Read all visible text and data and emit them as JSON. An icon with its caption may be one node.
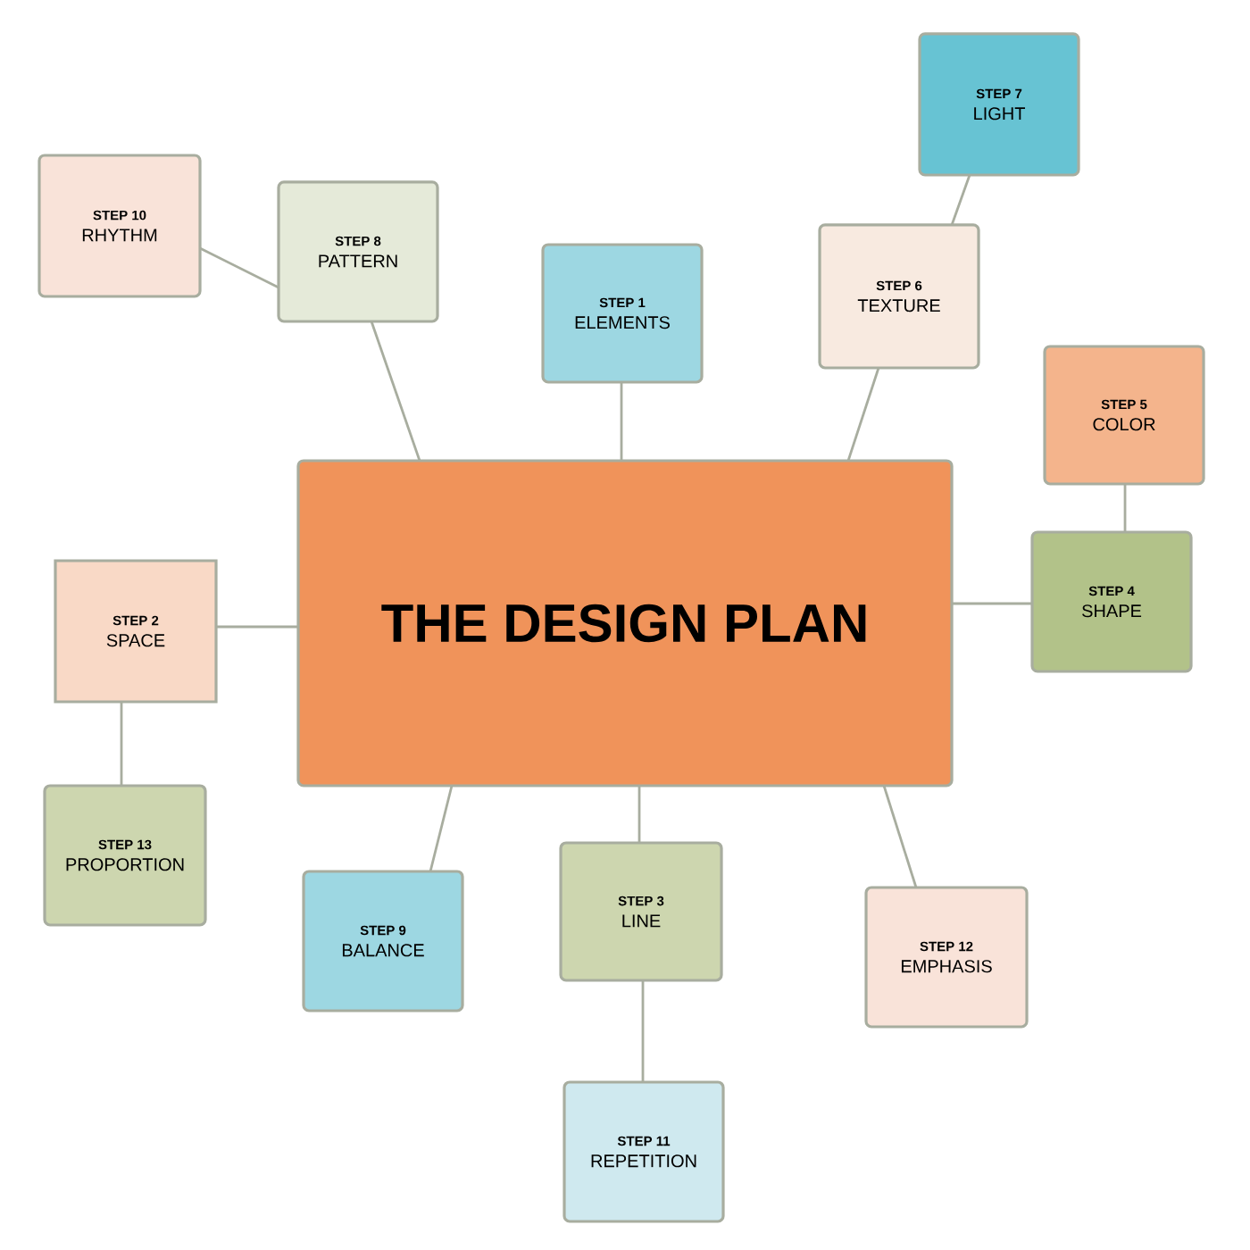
{
  "diagram": {
    "nodes": [
      {
        "text": [
          "THE DESIGN PLAN"
        ]
      },
      {
        "text": [
          "STEP 1",
          "ELEMENTS"
        ]
      },
      {
        "text": [
          "STEP 2",
          "SPACE"
        ]
      },
      {
        "text": [
          "STEP 3",
          "LINE"
        ]
      },
      {
        "text": [
          "STEP 4",
          "SHAPE"
        ]
      },
      {
        "text": [
          "STEP 5",
          "COLOR"
        ]
      },
      {
        "text": [
          "STEP 6",
          "TEXTURE"
        ]
      },
      {
        "text": [
          "STEP 7",
          "LIGHT"
        ]
      },
      {
        "text": [
          "STEP 8",
          "PATTERN"
        ]
      },
      {
        "text": [
          "STEP 9",
          "BALANCE"
        ]
      },
      {
        "text": [
          "STEP 10",
          "RHYTHM"
        ]
      },
      {
        "text": [
          "STEP 11",
          "REPETITION"
        ]
      },
      {
        "text": [
          "STEP 12",
          "EMPHASIS"
        ]
      },
      {
        "text": [
          "STEP 13",
          "PROPORTION"
        ]
      }
    ],
    "edges": [
      {
        "from": 0,
        "to": 1,
        "arrow": "none"
      },
      {
        "from": 0,
        "to": 2,
        "arrow": "none"
      },
      {
        "from": 0,
        "to": 3,
        "arrow": "none"
      },
      {
        "from": 0,
        "to": 4,
        "arrow": "none"
      },
      {
        "from": 4,
        "to": 5,
        "arrow": "none"
      },
      {
        "from": 0,
        "to": 6,
        "arrow": "none"
      },
      {
        "from": 6,
        "to": 7,
        "arrow": "none"
      },
      {
        "from": 0,
        "to": 8,
        "arrow": "none"
      },
      {
        "from": 8,
        "to": 10,
        "arrow": "none"
      },
      {
        "from": 0,
        "to": 9,
        "arrow": "none"
      },
      {
        "from": 3,
        "to": 11,
        "arrow": "none"
      },
      {
        "from": 0,
        "to": 12,
        "arrow": "none"
      },
      {
        "from": 2,
        "to": 13,
        "arrow": "none"
      }
    ]
  }
}
